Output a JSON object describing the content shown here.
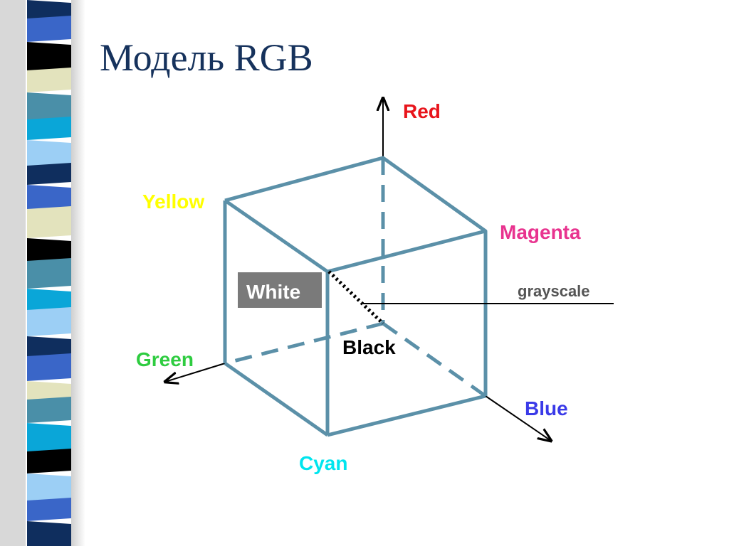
{
  "slide": {
    "title": "Модель RGB"
  },
  "diagram": {
    "labels": {
      "red": "Red",
      "yellow": "Yellow",
      "magenta": "Magenta",
      "white": "White",
      "grayscale": "grayscale",
      "black": "Black",
      "green": "Green",
      "blue": "Blue",
      "cyan": "Cyan"
    },
    "colors": {
      "red": "#e8141b",
      "yellow": "#ffff00",
      "magenta": "#e8338f",
      "white_text": "#ffffff",
      "white_box": "#7a7a7a",
      "grayscale": "#555555",
      "black": "#000000",
      "green": "#2ecc40",
      "blue": "#3a3ae8",
      "cyan": "#00e5ee",
      "cube_edge": "#5b90a8",
      "title": "#16325c"
    }
  }
}
